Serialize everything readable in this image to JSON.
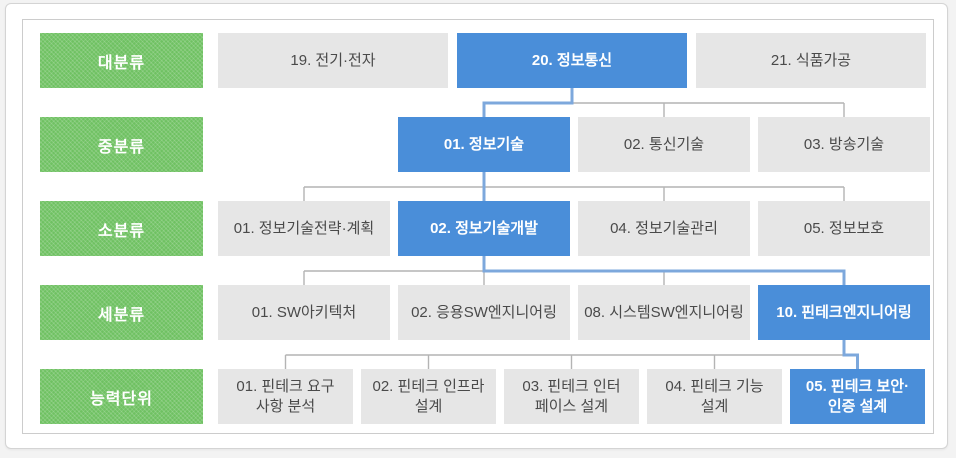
{
  "diagram": {
    "title_hint": "NCS classification tree",
    "colors": {
      "label_green": "#6fc162",
      "selected_blue": "#4a8ed9",
      "node_gray": "#e6e6e6",
      "connector_gray": "#b4b4b4",
      "connector_blue": "#7da8dc",
      "node_text": "#4a4a4a",
      "selected_text": "#ffffff"
    },
    "rows": [
      {
        "label": "대분류",
        "items": [
          {
            "text": "19. 전기·전자",
            "state": "normal"
          },
          {
            "text": "20. 정보통신",
            "state": "selected"
          },
          {
            "text": "21. 식품가공",
            "state": "normal"
          }
        ]
      },
      {
        "label": "중분류",
        "items": [
          {
            "text": "01. 정보기술",
            "state": "selected"
          },
          {
            "text": "02. 통신기술",
            "state": "normal"
          },
          {
            "text": "03. 방송기술",
            "state": "normal"
          }
        ]
      },
      {
        "label": "소분류",
        "items": [
          {
            "text": "01. 정보기술전략·계획",
            "state": "normal"
          },
          {
            "text": "02. 정보기술개발",
            "state": "selected"
          },
          {
            "text": "04. 정보기술관리",
            "state": "normal"
          },
          {
            "text": "05. 정보보호",
            "state": "normal"
          }
        ]
      },
      {
        "label": "세분류",
        "items": [
          {
            "text": "01. SW아키텍처",
            "state": "normal"
          },
          {
            "text": "02. 응용SW엔지니어링",
            "state": "normal"
          },
          {
            "text": "08. 시스템SW엔지니어링",
            "state": "normal"
          },
          {
            "text": "10. 핀테크엔지니어링",
            "state": "selected"
          }
        ]
      },
      {
        "label": "능력단위",
        "items": [
          {
            "line1": "01. 핀테크 요구",
            "line2": "사항 분석",
            "state": "normal"
          },
          {
            "line1": "02. 핀테크 인프라",
            "line2": "설계",
            "state": "normal"
          },
          {
            "line1": "03. 핀테크 인터",
            "line2": "페이스 설계",
            "state": "normal"
          },
          {
            "line1": "04. 핀테크 기능",
            "line2": "설계",
            "state": "normal"
          },
          {
            "line1": "05. 핀테크 보안·",
            "line2": "인증 설계",
            "state": "selected"
          }
        ]
      }
    ]
  }
}
